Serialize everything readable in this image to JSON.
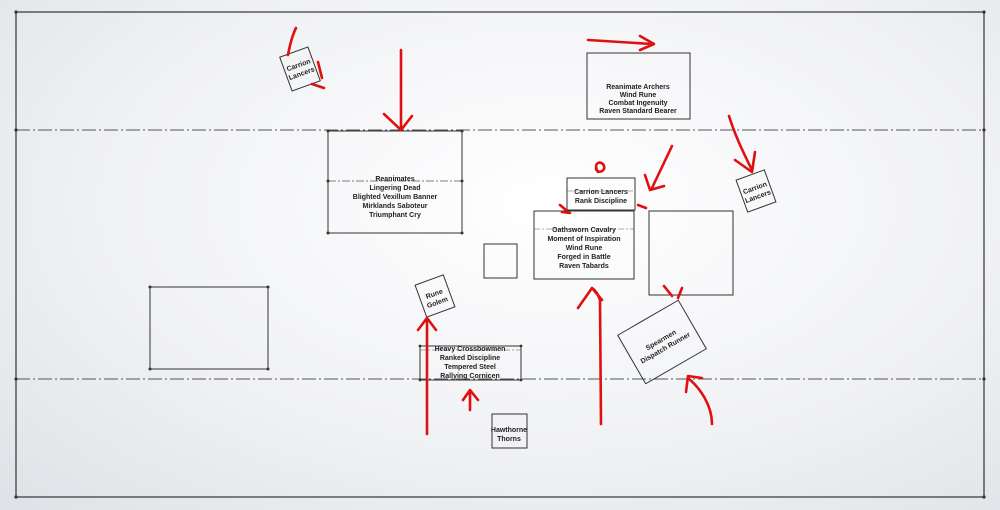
{
  "units": [
    {
      "id": "carrion-lancers-top-left",
      "lines": [
        "Carrion",
        "Lancers"
      ]
    },
    {
      "id": "reanimates",
      "lines": [
        "Reanimates",
        "Lingering Dead",
        "Blighted Vexillum Banner",
        "Mirklands Saboteur",
        "Triumphant Cry"
      ]
    },
    {
      "id": "reanimate-archers",
      "lines": [
        "Reanimate Archers",
        "Wind Rune",
        "Combat Ingenuity",
        "Raven Standard Bearer"
      ]
    },
    {
      "id": "carrion-lancers-center",
      "lines": [
        "Carrion Lancers",
        "Rank Discipline"
      ]
    },
    {
      "id": "oathsworn-cavalry",
      "lines": [
        "Oathsworn Cavalry",
        "Moment of Inspiration",
        "Wind Rune",
        "Forged in Battle",
        "Raven Tabards"
      ]
    },
    {
      "id": "carrion-lancers-right",
      "lines": [
        "Carrion",
        "Lancers"
      ]
    },
    {
      "id": "rune-golem",
      "lines": [
        "Rune",
        "Golem"
      ]
    },
    {
      "id": "heavy-crossbowmen",
      "lines": [
        "Heavy Crossbowmen",
        "Ranked Discipline",
        "Tempered Steel",
        "Rallying Cornicen"
      ]
    },
    {
      "id": "spearmen",
      "lines": [
        "Spearmen",
        "Dispatch Runner"
      ]
    },
    {
      "id": "hawthorne-thorns",
      "lines": [
        "Hawthorne",
        "Thorns"
      ]
    },
    {
      "id": "terrain-left"
    },
    {
      "id": "terrain-center-small"
    },
    {
      "id": "terrain-right"
    }
  ],
  "colors": {
    "annotation": "#e01010",
    "line": "#333333"
  }
}
